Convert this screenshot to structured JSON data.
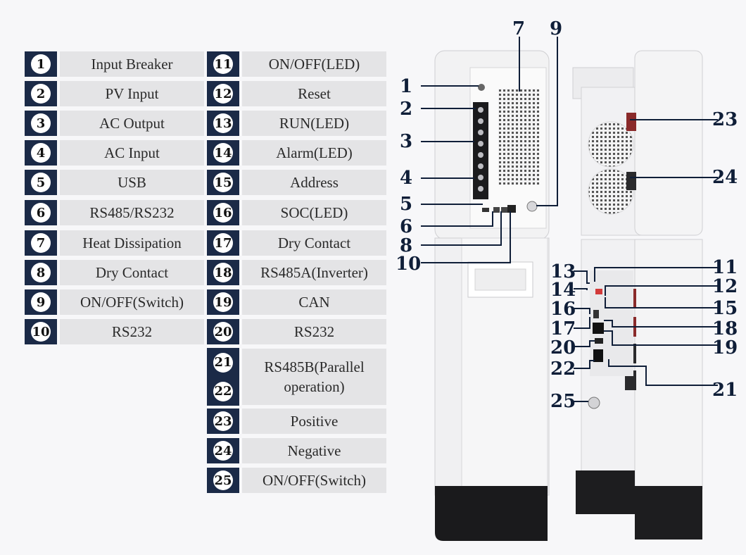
{
  "legend": [
    {
      "num": "1",
      "label": "Input Breaker"
    },
    {
      "num": "2",
      "label": "PV Input"
    },
    {
      "num": "3",
      "label": "AC Output"
    },
    {
      "num": "4",
      "label": "AC Input"
    },
    {
      "num": "5",
      "label": "USB"
    },
    {
      "num": "6",
      "label": "RS485/RS232"
    },
    {
      "num": "7",
      "label": "Heat Dissipation"
    },
    {
      "num": "8",
      "label": "Dry Contact"
    },
    {
      "num": "9",
      "label": "ON/OFF(Switch)"
    },
    {
      "num": "10",
      "label": "RS232"
    },
    {
      "num": "11",
      "label": "ON/OFF(LED)"
    },
    {
      "num": "12",
      "label": "Reset"
    },
    {
      "num": "13",
      "label": "RUN(LED)"
    },
    {
      "num": "14",
      "label": "Alarm(LED)"
    },
    {
      "num": "15",
      "label": "Address"
    },
    {
      "num": "16",
      "label": "SOC(LED)"
    },
    {
      "num": "17",
      "label": "Dry Contact"
    },
    {
      "num": "18",
      "label": "RS485A(Inverter)"
    },
    {
      "num": "19",
      "label": "CAN"
    },
    {
      "num": "20",
      "label": "RS232"
    },
    {
      "num": "21",
      "label": "RS485B(Parallel operation)"
    },
    {
      "num": "22",
      "label": ""
    },
    {
      "num": "23",
      "label": "Positive"
    },
    {
      "num": "24",
      "label": "Negative"
    },
    {
      "num": "25",
      "label": "ON/OFF(Switch)"
    }
  ],
  "colors": {
    "badge_bg": "#1b2a47",
    "label_bg": "#e4e4e6",
    "callout_text": "#0f1e38"
  }
}
